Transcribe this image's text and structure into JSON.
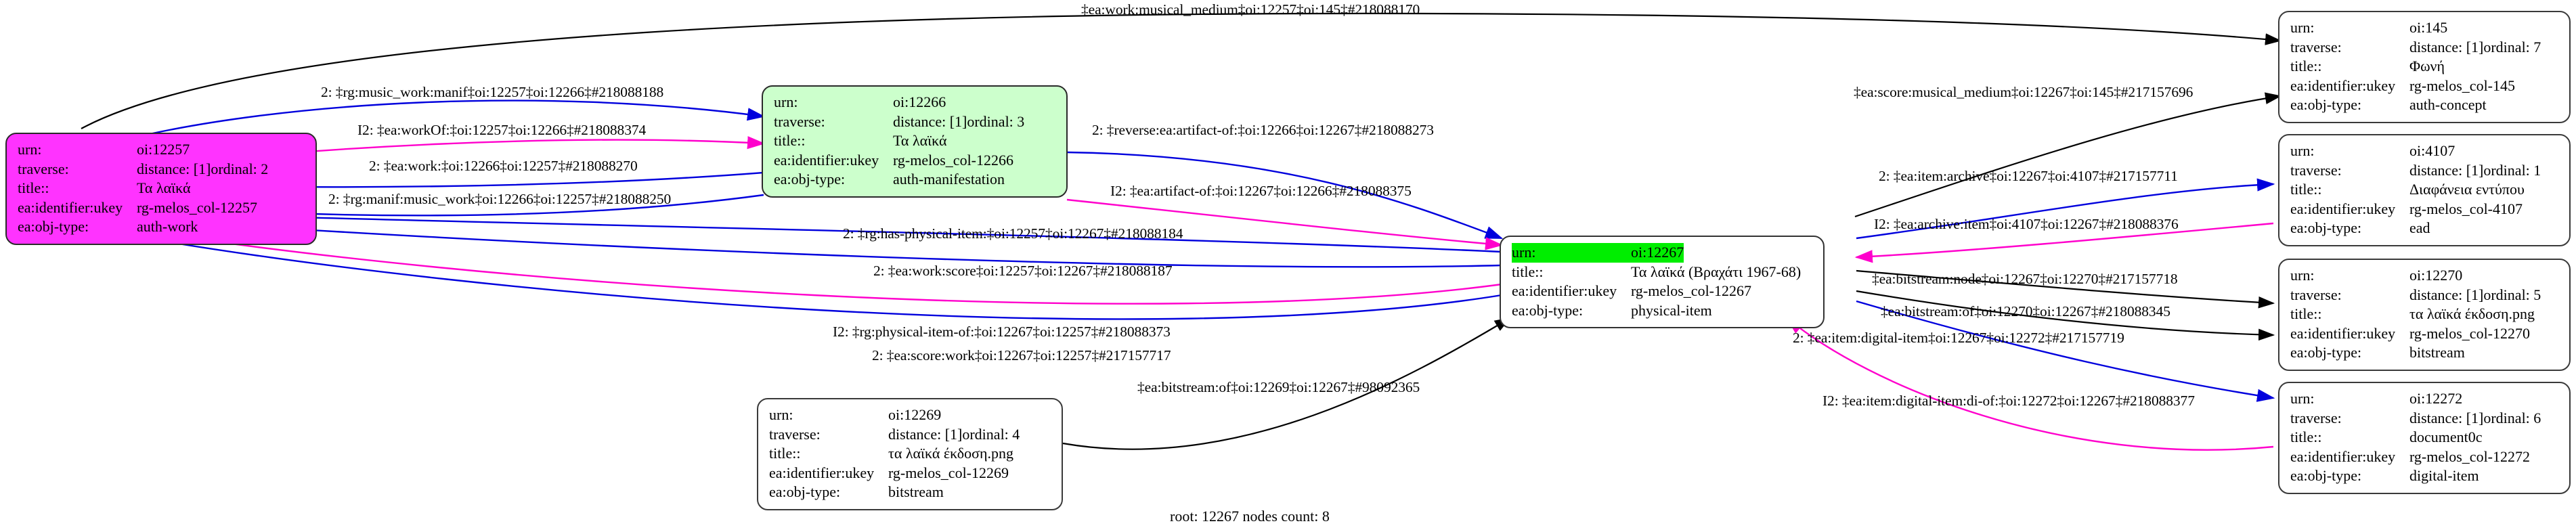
{
  "graph": {
    "footer": "root: 12267 nodes count: 8",
    "colors": {
      "edge_forward": "#0000dd",
      "edge_inverse": "#ff00cc",
      "edge_plain": "#000000",
      "node_selected": "#ff33ff",
      "node_manifestation": "#ccffcc",
      "node_root_highlight": "#00ee00"
    },
    "labels": {
      "urn": "urn:",
      "traverse": "traverse:",
      "title": "title::",
      "ukey": "ea:identifier:ukey",
      "objtype": "ea:obj-type:"
    }
  },
  "nodes": [
    {
      "id": "n12257",
      "style": "magenta",
      "urn": "oi:12257",
      "distance": "distance: [1]",
      "ordinal": "ordinal: 2",
      "title": "Τα λαϊκά",
      "ukey": "rg-melos_col-12257",
      "objtype": "auth-work",
      "has_traverse": true
    },
    {
      "id": "n12266",
      "style": "palegreen",
      "urn": "oi:12266",
      "distance": "distance: [1]",
      "ordinal": "ordinal: 3",
      "title": "Τα λαϊκά",
      "ukey": "rg-melos_col-12266",
      "objtype": "auth-manifestation",
      "has_traverse": true
    },
    {
      "id": "n12267",
      "style": "rootnode",
      "urn": "oi:12267",
      "distance": "",
      "ordinal": "",
      "title": "Τα λαϊκά (Βραχάτι 1967-68)",
      "ukey": "rg-melos_col-12267",
      "objtype": "physical-item",
      "has_traverse": false
    },
    {
      "id": "n145",
      "style": "plain",
      "urn": "oi:145",
      "distance": "distance: [1]",
      "ordinal": "ordinal: 7",
      "title": "Φωνή",
      "ukey": "rg-melos_col-145",
      "objtype": "auth-concept",
      "has_traverse": true
    },
    {
      "id": "n4107",
      "style": "plain",
      "urn": "oi:4107",
      "distance": "distance: [1]",
      "ordinal": "ordinal: 1",
      "title": "Διαφάνεια εντύπου",
      "ukey": "rg-melos_col-4107",
      "objtype": "ead",
      "has_traverse": true
    },
    {
      "id": "n12270",
      "style": "plain",
      "urn": "oi:12270",
      "distance": "distance: [1]",
      "ordinal": "ordinal: 5",
      "title": "τα λαϊκά έκδοση.png",
      "ukey": "rg-melos_col-12270",
      "objtype": "bitstream",
      "has_traverse": true
    },
    {
      "id": "n12272",
      "style": "plain",
      "urn": "oi:12272",
      "distance": "distance: [1]",
      "ordinal": "ordinal: 6",
      "title": "document0c",
      "ukey": "rg-melos_col-12272",
      "objtype": "digital-item",
      "has_traverse": true
    },
    {
      "id": "n12269",
      "style": "plain",
      "urn": "oi:12269",
      "distance": "distance: [1]",
      "ordinal": "ordinal: 4",
      "title": "τα λαϊκά έκδοση.png",
      "ukey": "rg-melos_col-12269",
      "objtype": "bitstream",
      "has_traverse": true
    }
  ],
  "edges": [
    {
      "id": "e0",
      "text": "‡ea:work:musical_medium‡oi:12257‡oi:145‡#218088170",
      "color": "black"
    },
    {
      "id": "e1",
      "text": "2: ‡rg:music_work:manif‡oi:12257‡oi:12266‡#218088188",
      "color": "blue"
    },
    {
      "id": "e2",
      "text": "I2: ‡ea:workOf:‡oi:12257‡oi:12266‡#218088374",
      "color": "magenta"
    },
    {
      "id": "e3",
      "text": "2: ‡ea:work:‡oi:12266‡oi:12257‡#218088270",
      "color": "blue"
    },
    {
      "id": "e4",
      "text": "2: ‡rg:manif:music_work‡oi:12266‡oi:12257‡#218088250",
      "color": "blue"
    },
    {
      "id": "e5",
      "text": "2: ‡rg:has-physical-item:‡oi:12257‡oi:12267‡#218088184",
      "color": "blue"
    },
    {
      "id": "e6",
      "text": "2: ‡ea:work:score‡oi:12257‡oi:12267‡#218088187",
      "color": "blue"
    },
    {
      "id": "e7",
      "text": "I2: ‡rg:physical-item-of:‡oi:12267‡oi:12257‡#218088373",
      "color": "magenta"
    },
    {
      "id": "e8",
      "text": "2: ‡ea:score:work‡oi:12267‡oi:12257‡#217157717",
      "color": "blue"
    },
    {
      "id": "e9",
      "text": "2: ‡reverse:ea:artifact-of:‡oi:12266‡oi:12267‡#218088273",
      "color": "blue"
    },
    {
      "id": "e10",
      "text": "I2: ‡ea:artifact-of:‡oi:12267‡oi:12266‡#218088375",
      "color": "magenta"
    },
    {
      "id": "e11",
      "text": "‡ea:score:musical_medium‡oi:12267‡oi:145‡#217157696",
      "color": "black"
    },
    {
      "id": "e12",
      "text": "2: ‡ea:item:archive‡oi:12267‡oi:4107‡#217157711",
      "color": "blue"
    },
    {
      "id": "e13",
      "text": "I2: ‡ea:archive:item‡oi:4107‡oi:12267‡#218088376",
      "color": "magenta"
    },
    {
      "id": "e14",
      "text": "‡ea:bitstream:node‡oi:12267‡oi:12270‡#217157718",
      "color": "black"
    },
    {
      "id": "e15",
      "text": "‡ea:bitstream:of‡oi:12270‡oi:12267‡#218088345",
      "color": "black"
    },
    {
      "id": "e16",
      "text": "2: ‡ea:item:digital-item‡oi:12267‡oi:12272‡#217157719",
      "color": "blue"
    },
    {
      "id": "e17",
      "text": "I2: ‡ea:item:digital-item:di-of:‡oi:12272‡oi:12267‡#218088377",
      "color": "magenta"
    },
    {
      "id": "e18",
      "text": "‡ea:bitstream:of‡oi:12269‡oi:12267‡#98092365",
      "color": "black"
    }
  ]
}
